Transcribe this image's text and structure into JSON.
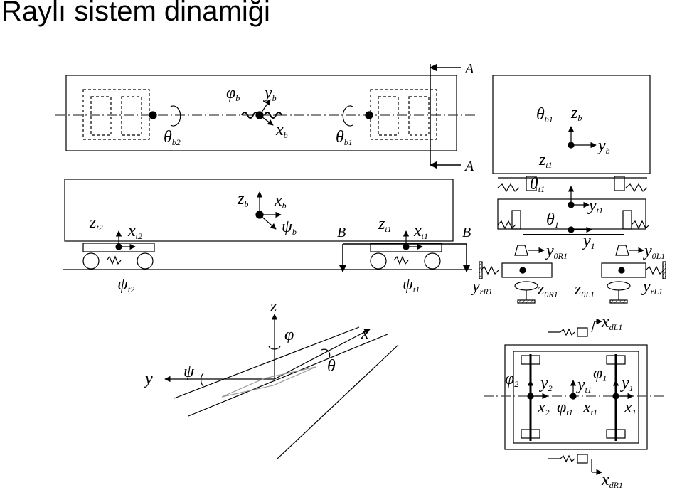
{
  "title": "Raylı sistem dinamiği",
  "section_markers": {
    "a_top": "A",
    "a_bottom": "A",
    "b_left": "B",
    "b_right": "B"
  },
  "top_view": {
    "phi": "φ",
    "phi_sub": "b",
    "y": "y",
    "y_sub": "b",
    "x": "x",
    "x_sub": "b",
    "theta_left": "θ",
    "theta_left_sub": "b2",
    "theta_right": "θ",
    "theta_right_sub": "b1"
  },
  "side_view": {
    "z": "z",
    "z_sub": "b",
    "x": "x",
    "x_sub": "b",
    "psi": "ψ",
    "psi_sub": "b",
    "zt2": "z",
    "zt2_sub": "t2",
    "xt2": "x",
    "xt2_sub": "t2",
    "psi_t2": "ψ",
    "psi_t2_sub": "t2",
    "zt1": "z",
    "zt1_sub": "t1",
    "xt1": "x",
    "xt1_sub": "t1",
    "psi_t1": "ψ",
    "psi_t1_sub": "t1"
  },
  "coordinate_system": {
    "z": "z",
    "x": "x",
    "y": "y",
    "phi": "φ",
    "psi": "ψ",
    "theta": "θ"
  },
  "end_view": {
    "theta_b1": "θ",
    "theta_b1_sub": "b1",
    "z_b": "z",
    "z_b_sub": "b",
    "y_b": "y",
    "y_b_sub": "b",
    "z_t1": "z",
    "z_t1_sub": "t1",
    "theta_t1": "θ",
    "theta_t1_sub": "t1",
    "y_t1": "y",
    "y_t1_sub": "t1",
    "theta_1": "θ",
    "theta_1_sub": "1",
    "y_1": "y",
    "y_1_sub": "1",
    "y0R1": "y",
    "y0R1_sub": "0R1",
    "y0L1": "y",
    "y0L1_sub": "0L1",
    "yrR1": "y",
    "yrR1_sub": "rR1",
    "z0R1": "z",
    "z0R1_sub": "0R1",
    "z0L1": "z",
    "z0L1_sub": "0L1",
    "yrL1": "y",
    "yrL1_sub": "rL1"
  },
  "plan_view": {
    "xdL1": "x",
    "xdL1_sub": "dL1",
    "phi2": "φ",
    "phi2_sub": "2",
    "y2": "y",
    "y2_sub": "2",
    "yt1": "y",
    "yt1_sub": "t1",
    "phi1": "φ",
    "phi1_sub": "1",
    "y1": "y",
    "y1_sub": "1",
    "x2": "x",
    "x2_sub": "2",
    "phit1": "φ",
    "phit1_sub": "t1",
    "xt1": "x",
    "xt1_sub": "t1",
    "x1": "x",
    "x1_sub": "1",
    "xdR1": "x",
    "xdR1_sub": "dR1"
  },
  "colors": {
    "line": "#000000",
    "centerline": "#444444",
    "track_plane": "#999999"
  }
}
